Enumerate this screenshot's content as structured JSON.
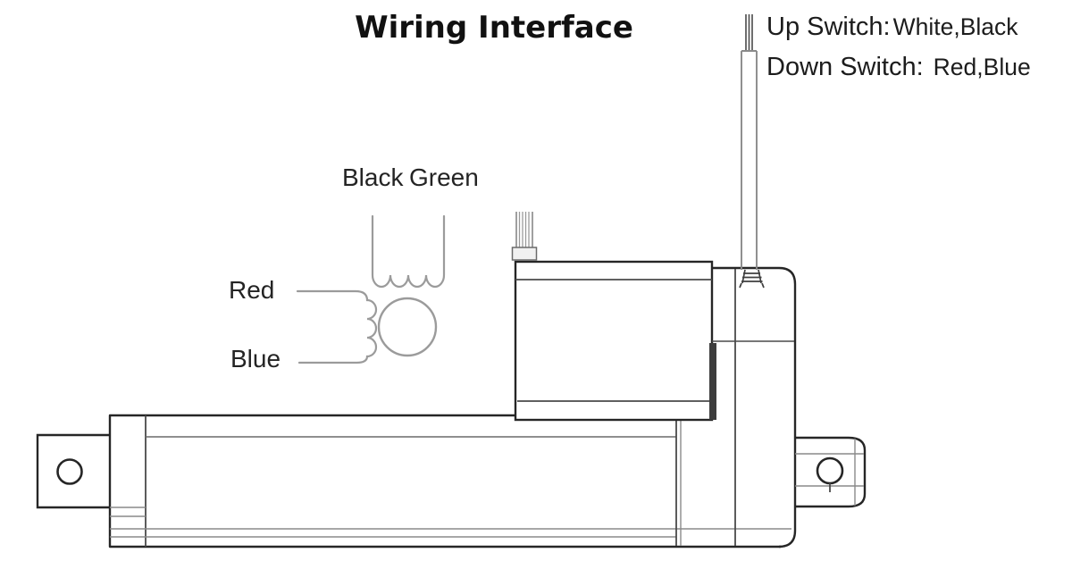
{
  "title": "Wiring Interface",
  "legend": {
    "up_label": "Up Switch:",
    "up_value": "White,Black",
    "down_label": "Down Switch:",
    "down_value": "Red,Blue"
  },
  "motor_diagram": {
    "top_left_wire": "Black",
    "top_right_wire": "Green",
    "left_top_wire": "Red",
    "left_bottom_wire": "Blue"
  },
  "colors": {
    "background": "#ffffff",
    "text": "#1c1c1c",
    "title_text": "#111111",
    "outline_dark": "#262626",
    "outline_medium": "#4a4a4a",
    "outline_light": "#8a8a8a",
    "wiring_symbol_gray": "#9b9b9b"
  }
}
